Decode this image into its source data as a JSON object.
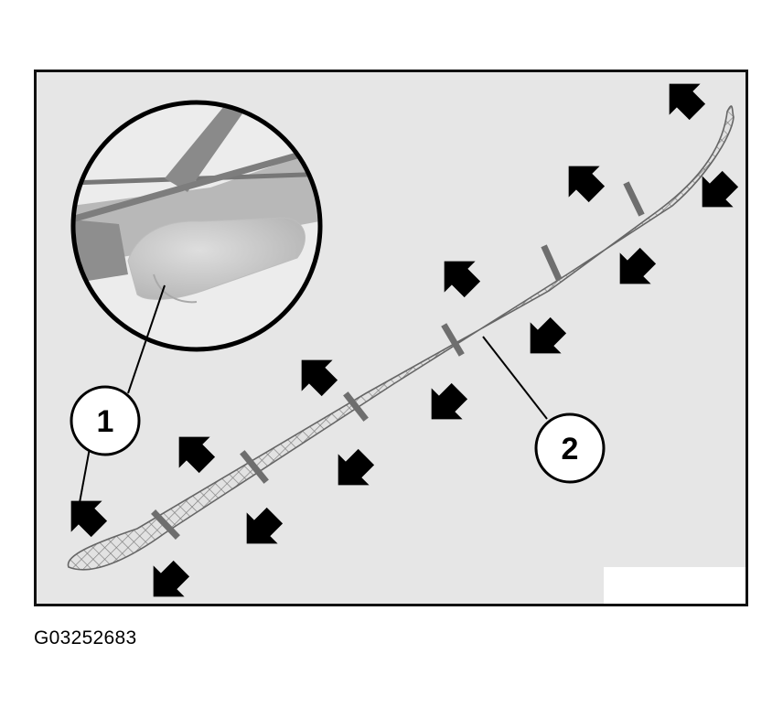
{
  "figure": {
    "callouts": [
      {
        "id": "1",
        "label": "1"
      },
      {
        "id": "2",
        "label": "2"
      }
    ],
    "caption": "G03252683",
    "colors": {
      "panel_background": "#e6e6e6",
      "frame": "#111111",
      "mesh": "#8a8a8a",
      "arrow": "#000000"
    },
    "arrow_icon": "clip-pointer-arrow"
  }
}
